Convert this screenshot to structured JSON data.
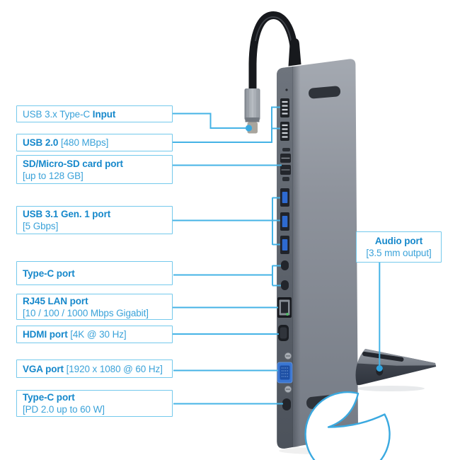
{
  "callouts": [
    {
      "pre": "USB 3.x Type-C ",
      "bold": "Input",
      "post": "",
      "line2": ""
    },
    {
      "pre": "",
      "bold": "USB 2.0",
      "post": " [480 MBps]",
      "line2": ""
    },
    {
      "pre": "",
      "bold": "SD/Micro-SD card port",
      "post": "",
      "line2": "[up to 128 GB]"
    },
    {
      "pre": "",
      "bold": "USB 3.1 Gen. 1 port",
      "post": "",
      "line2": "[5 Gbps]"
    },
    {
      "pre": "",
      "bold": "Type-C port",
      "post": "",
      "line2": ""
    },
    {
      "pre": "",
      "bold": "RJ45 LAN port",
      "post": "",
      "line2": "[10 / 100 / 1000 Mbps Gigabit]"
    },
    {
      "pre": "",
      "bold": "HDMI port",
      "post": " [4K @ 30 Hz]",
      "line2": ""
    },
    {
      "pre": "",
      "bold": "VGA port",
      "post": " [1920 x 1080 @ 60 Hz]",
      "line2": ""
    },
    {
      "pre": "",
      "bold": "Type-C port",
      "post": "",
      "line2": "[PD 2.0 up to 60 W]"
    }
  ],
  "audio_callout": {
    "bold": "Audio port",
    "line2": "[3.5 mm output]"
  },
  "colors": {
    "accent_line": "#45b3e6",
    "box_border": "#74c9ec",
    "text_bold": "#1688cb",
    "text_regular": "#3aa2d9",
    "usb3_tongue_blue": "#2e6ad0",
    "vga_blue": "#3a76d2",
    "led_green": "#53b86a",
    "device_body_gray": "#8e939c"
  },
  "device": {
    "ports": [
      "usb-c-cable-input",
      "usb2-port-1",
      "usb2-port-2",
      "sd-card-slot",
      "micro-sd-card-slot",
      "usb3-port-1",
      "usb3-port-2",
      "usb3-port-3",
      "type-c-port-1",
      "type-c-port-2",
      "rj45-lan-port",
      "hdmi-port",
      "vga-port",
      "type-c-pd-port",
      "audio-jack"
    ]
  }
}
